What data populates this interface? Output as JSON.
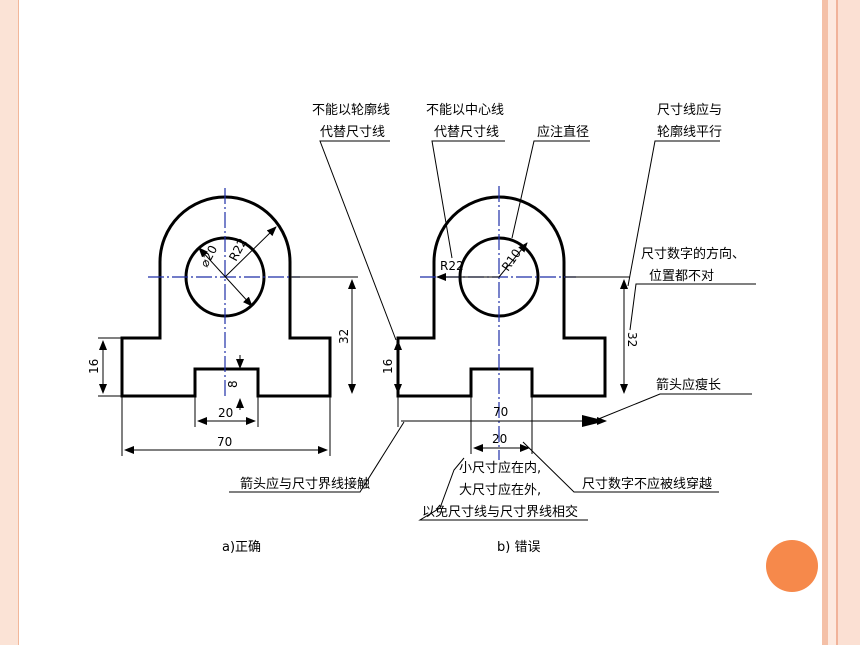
{
  "colors": {
    "accent": "#f6894b",
    "side_bar": "#f4c0a7",
    "centerline": "#1f2fa8",
    "outline": "#000000"
  },
  "figure_a": {
    "caption": "a)正确",
    "dims": {
      "d20": "⌀20",
      "r22": "R22",
      "h32": "32",
      "h16": "16",
      "h8": "8",
      "w20": "20",
      "w70": "70"
    }
  },
  "figure_b": {
    "caption": "b) 错误",
    "dims": {
      "r10": "R10",
      "r22": "R22",
      "h32": "32",
      "h16": "16",
      "w20": "20",
      "w70": "70"
    }
  },
  "annotations": {
    "outline_not_dim_line": [
      "不能以轮廓线",
      "代替尺寸线"
    ],
    "centerline_not_dim_line": [
      "不能以中心线",
      "代替尺寸线"
    ],
    "should_diameter": [
      "应注直径"
    ],
    "dim_parallel_outline": [
      "尺寸线应与",
      "轮廓线平行"
    ],
    "number_direction": [
      "尺寸数字的方向、",
      "位置都不对"
    ],
    "arrow_too_long": [
      "箭头应瘦长"
    ],
    "arrow_touch_ext": [
      "箭头应与尺寸界线接触"
    ],
    "small_inside": [
      "小尺寸应在内,",
      "大尺寸应在外,",
      "以免尺寸线与尺寸界线相交"
    ],
    "number_not_crossed": [
      "尺寸数字不应被线穿越"
    ]
  }
}
